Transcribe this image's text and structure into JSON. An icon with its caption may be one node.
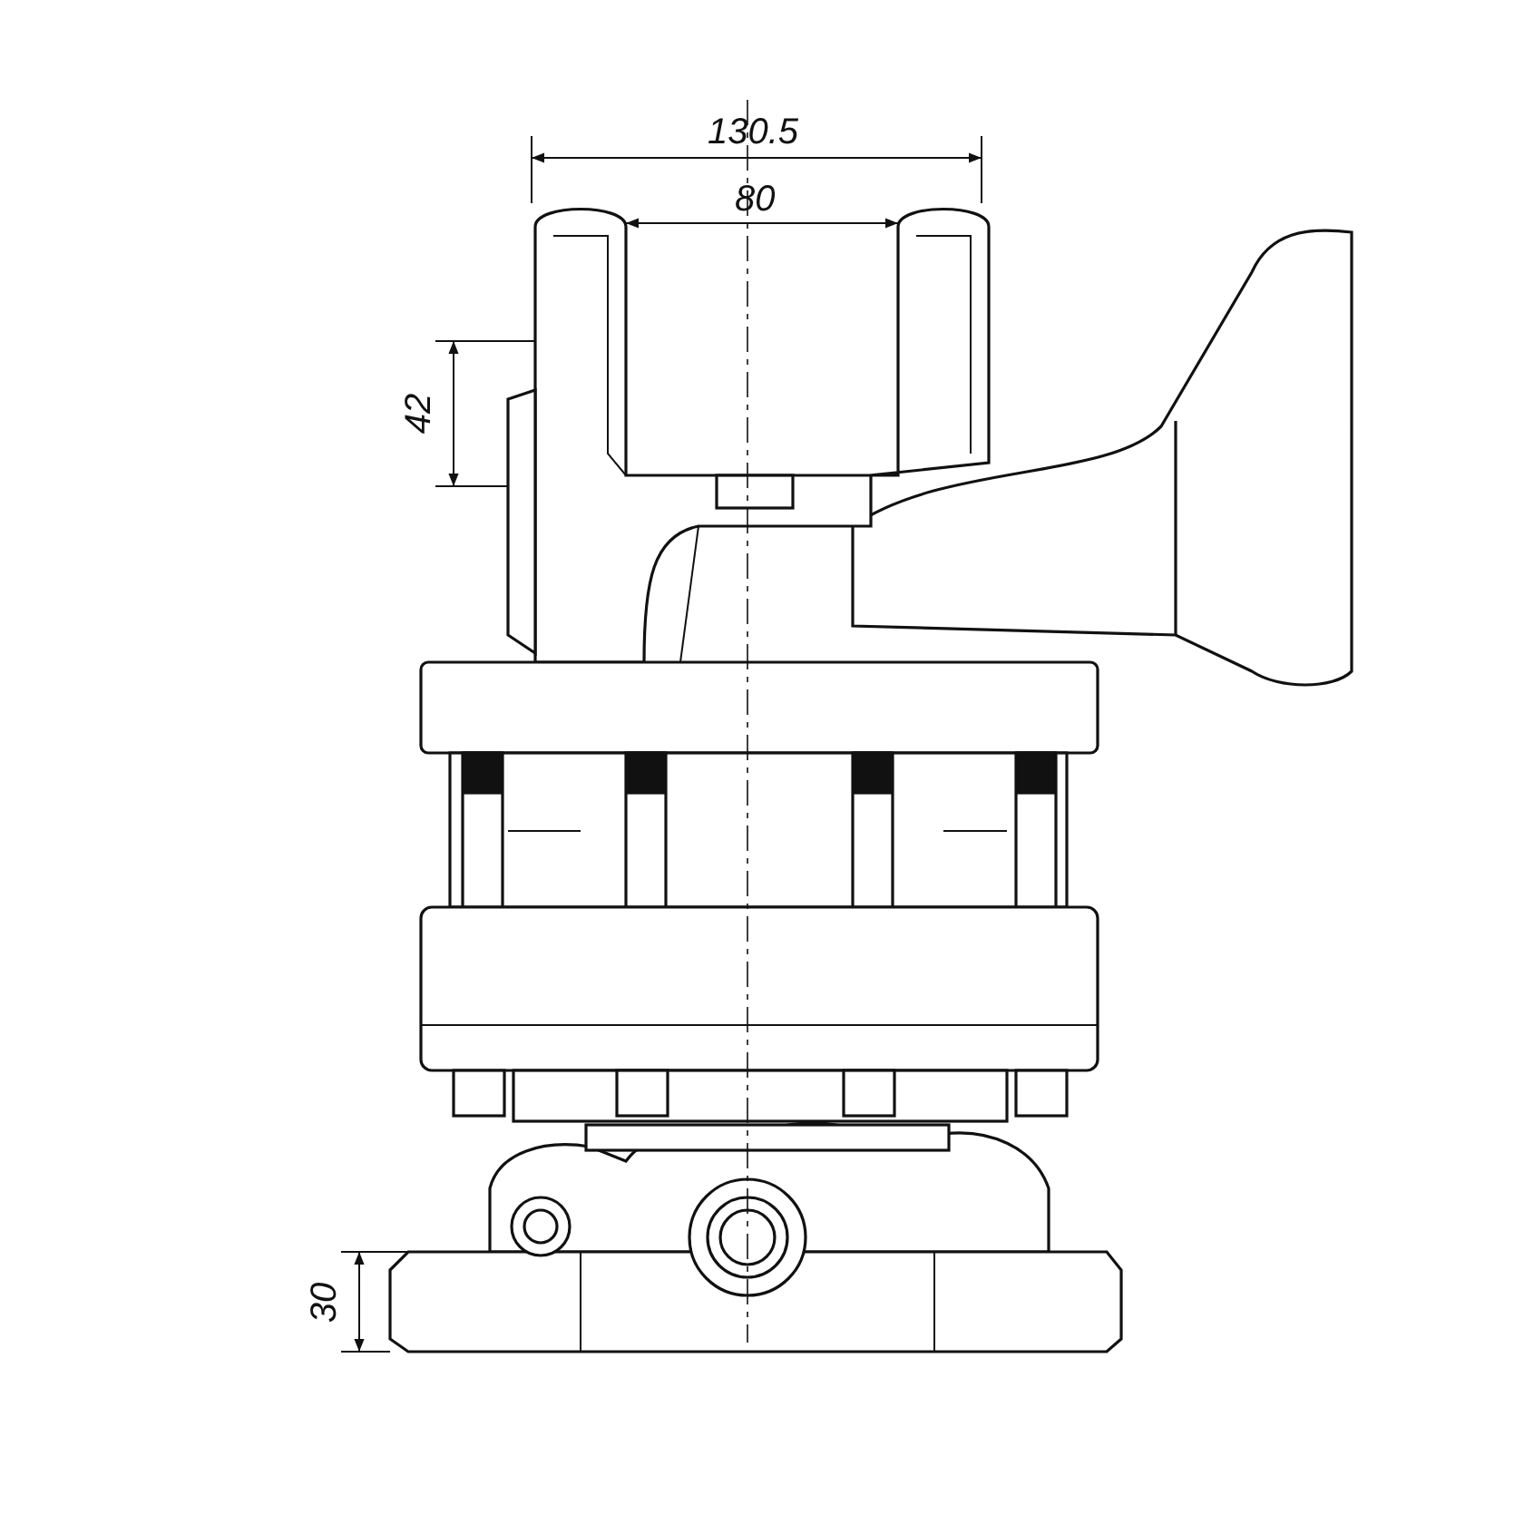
{
  "diagram": {
    "labels": [
      "130.5",
      "80",
      "42",
      "30"
    ]
  }
}
